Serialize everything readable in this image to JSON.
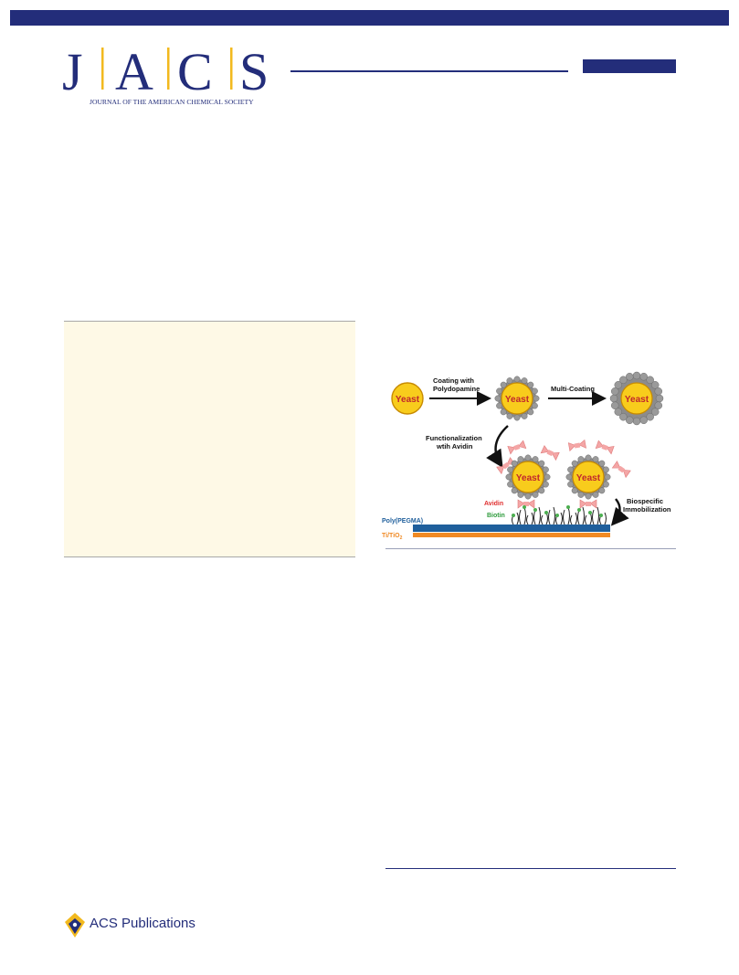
{
  "journal": {
    "logo_letters": [
      "J",
      "A",
      "C",
      "S"
    ],
    "full_name": "JOURNAL OF THE AMERICAN CHEMICAL SOCIETY",
    "publisher": "ACS Publications"
  },
  "figure": {
    "labels": {
      "yeast": "Yeast",
      "coating_line1": "Coating with",
      "coating_line2": "Polydopamine",
      "multi_coating": "Multi-Coating",
      "functionalization_line1": "Functionalization",
      "functionalization_line2": "wtih Avidin",
      "avidin": "Avidin",
      "biotin": "Biotin",
      "biospecific_line1": "Biospecific",
      "biospecific_line2": "Immobilization",
      "poly_pegma": "Poly(PEGMA)",
      "ti_tio2": "Ti/TiO",
      "ti_tio2_sub": "2"
    },
    "colors": {
      "navy": "#232d7a",
      "gold": "#f2b91e",
      "yeast_fill": "#f8cc1c",
      "yeast_text": "#c1272d",
      "shell": "#8c8c8c",
      "avidin": "#f4a6a6",
      "biotin": "#4caf50",
      "pegma_bar": "#1f5f9c",
      "tio2_bar": "#f08a24",
      "abstract_bg": "#fef9e6"
    }
  }
}
